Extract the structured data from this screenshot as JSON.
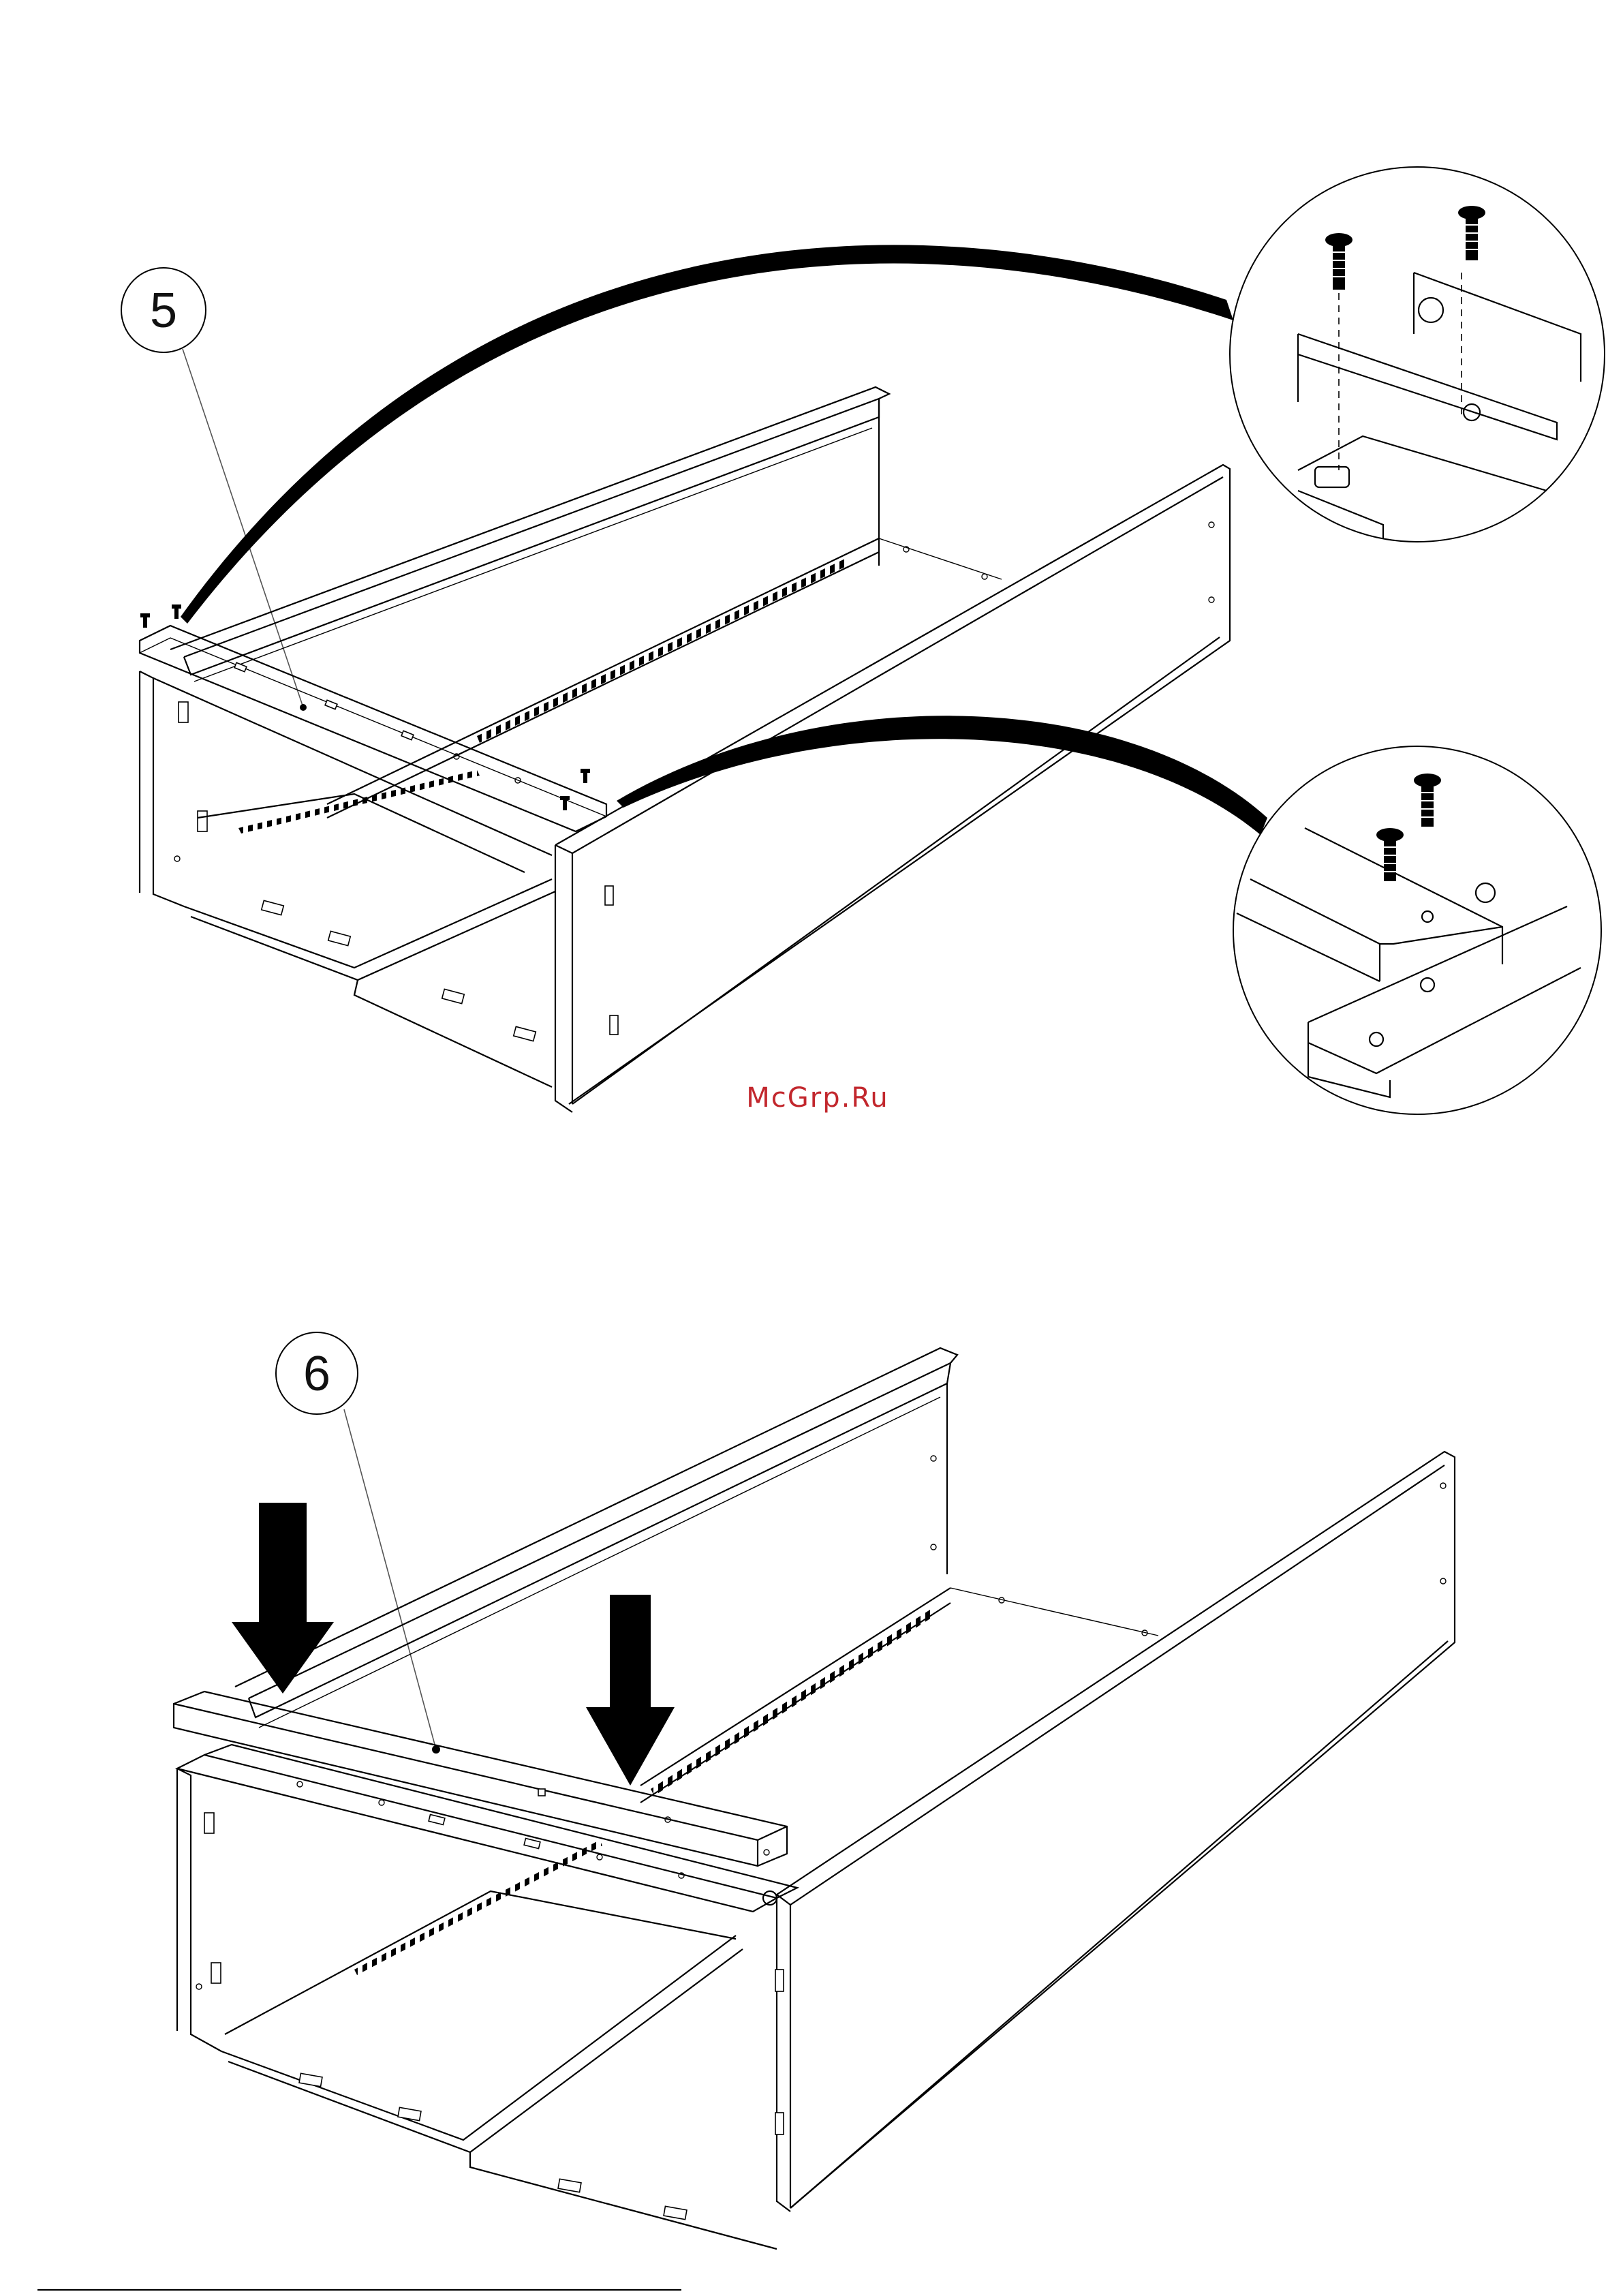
{
  "watermark": "McGrp.Ru",
  "colors": {
    "watermark": "#c2272d",
    "ink": "#000000"
  },
  "steps": [
    {
      "number": "5"
    },
    {
      "number": "6"
    }
  ]
}
